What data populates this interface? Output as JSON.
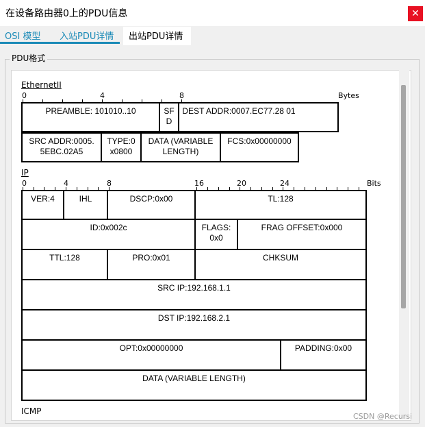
{
  "window": {
    "title": "在设备路由器0上的PDU信息",
    "close": "✕"
  },
  "tabs": [
    {
      "label": "OSI 模型"
    },
    {
      "label": "入站PDU详情"
    },
    {
      "label": "出站PDU详情"
    }
  ],
  "group_label": "PDU格式",
  "ethernet": {
    "title": "EthernetII",
    "ruler": {
      "l0": "0",
      "l4": "4",
      "l8": "8",
      "unit": "Bytes"
    },
    "fields": {
      "preamble": "PREAMBLE: 101010..10",
      "sfd": "SF D",
      "dest": "DEST ADDR:0007.EC77.28 01",
      "src": "SRC ADDR:0005. 5EBC.02A5",
      "type": "TYPE:0 x0800",
      "data": "DATA (VARIABLE LENGTH)",
      "fcs": "FCS:0x00000000"
    }
  },
  "ip": {
    "title": "IP",
    "ruler": {
      "l0": "0",
      "l4": "4",
      "l8": "8",
      "l16": "16",
      "l20": "20",
      "l24": "24",
      "unit": "Bits"
    },
    "fields": {
      "ver": "VER:4",
      "ihl": "IHL",
      "dscp": "DSCP:0x00",
      "tl": "TL:128",
      "id": "ID:0x002c",
      "flags": "FLAGS: 0x0",
      "frag": "FRAG OFFSET:0x000",
      "ttl": "TTL:128",
      "pro": "PRO:0x01",
      "chksum": "CHKSUM",
      "srcip": "SRC IP:192.168.1.1",
      "dstip": "DST IP:192.168.2.1",
      "opt": "OPT:0x00000000",
      "padding": "PADDING:0x00",
      "data": "DATA (VARIABLE LENGTH)"
    }
  },
  "icmp": {
    "title": "ICMP"
  },
  "watermark": "CSDN @Recursi"
}
